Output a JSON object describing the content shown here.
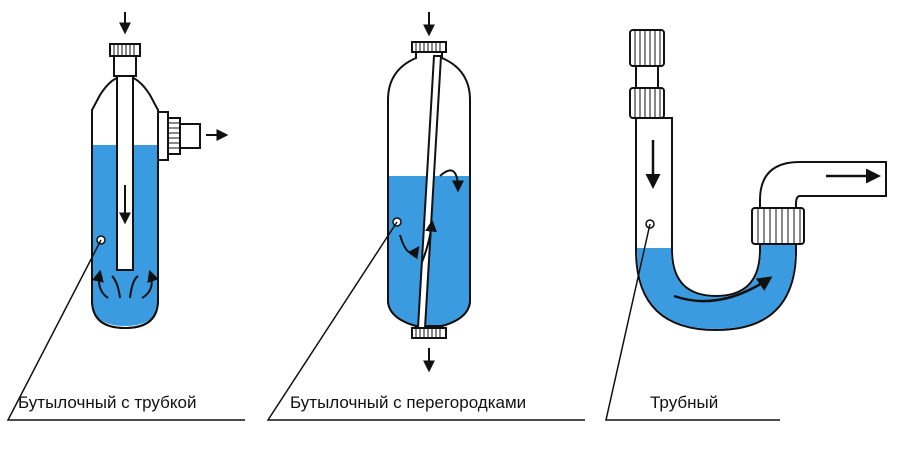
{
  "diagram": {
    "colors": {
      "water": "#3b9be0",
      "outline": "#111111",
      "fill": "#ffffff"
    },
    "traps": [
      {
        "label": "Бутылочный с трубкой",
        "icon": "bottle-trap-with-tube-icon"
      },
      {
        "label": "Бутылочный с перегородками",
        "icon": "bottle-trap-with-partitions-icon"
      },
      {
        "label": "Трубный",
        "icon": "tube-trap-icon"
      }
    ]
  }
}
